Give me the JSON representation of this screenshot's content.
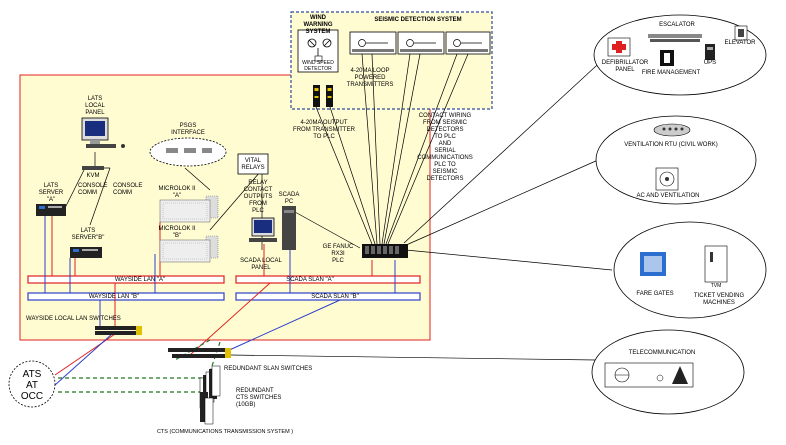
{
  "colors": {
    "zone_fill": "#fffcd2",
    "zone_border": "#e02020",
    "seismic_border": "#2d4b9a",
    "lan_a": "#e02020",
    "lan_b": "#2d3fc8",
    "fiber": "#1f7a1f",
    "black": "#000000"
  },
  "labels": {
    "wind_warning": "WIND WARNING\nSYSTEM",
    "seismic_detection": "SEISMIC DETECTION SYSTEM",
    "wind_speed_detector": "WIND SPEED\nDETECTOR",
    "loop_transmitters": "4-20MA LOOP\nPOWERED\nTRANSMITTERS",
    "output_to_plc": "4-20MA OUTPUT\nFROM TRANSMITTER\nTO PLC",
    "contact_wiring": "CONTACT WIRING\nFROM SEISMIC\nDETECTORS\nTO PLC\nAND\nSERIAL\nCOMMUNICATIONS\nPLC TO\nSEISMIC\nDETECTORS",
    "lats_local_panel": "LATS\nLOCAL\nPANEL",
    "psgs_interface": "PSGS\nINTERFACE",
    "kvm": "KVM",
    "console_comm_1": "CONSOLE\nCOMM",
    "console_comm_2": "CONSOLE\nCOMM",
    "lats_server_a": "LATS\nSERVER\n\"A\"",
    "lats_server_b": "LATS\nSERVER\"B\"",
    "microlok_a": "MICROLOK II\n\"A\"",
    "microlok_b": "MICROLOK II\n\"B\"",
    "vital_relays": "VITAL\nRELAYS",
    "relay_contact": "RELAY\nCONTACT\nOUTPUTS\nFROM\nPLC",
    "scada_pc": "SCADA\nPC",
    "scada_local_panel": "SCADA LOCAL\nPANEL",
    "ge_fanuc": "GE FANUC\nRX3I\nPLC",
    "wayside_lan_a": "WAYSIDE LAN \"A\"",
    "wayside_lan_b": "WAYSIDE LAN \"B\"",
    "scada_lan_a": "SCADA SLAN \"A\"",
    "scada_slan_b": "SCADA SLAN \"B\"",
    "wayside_switches": "WAYSIDE LOCAL LAN SWITCHES",
    "ats_at_occ": "ATS\nAT\nOCC",
    "redundant_slan": "REDUNDANT SLAN SWITCHES",
    "redundant_cts": "REDUNDANT\nCTS SWITCHES\n(10GB)",
    "cts": "CTS (COMMUNICATIONS TRANSMISSION SYSTEM )",
    "escalator": "ESCALATOR",
    "elevator": "ELEVATOR",
    "ups": "UPS",
    "defibrillator": "DEFIBRILLATOR\nPANEL",
    "fire_management": "FIRE MANAGEMENT",
    "ventilation_rtu": "VENTILATION RTU (CIVIL WORK)",
    "ac_ventilation": "AC AND VENTILATION",
    "fare_gates": "FARE GATES",
    "ticket_vending": "TICKET VENDING\nMACHINES",
    "tvm": "TVM",
    "telecommunication": "TELECOMMUNICATION"
  }
}
